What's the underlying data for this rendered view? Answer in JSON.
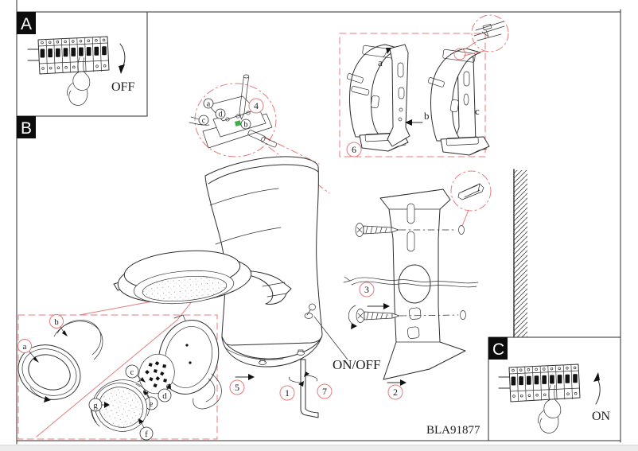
{
  "document": {
    "product_code": "BLA91877",
    "switch_label": "ON/OFF"
  },
  "sections": {
    "a": {
      "label": "A",
      "action": "OFF"
    },
    "b": {
      "label": "B"
    },
    "c": {
      "label": "C",
      "action": "ON"
    }
  },
  "steps": [
    "1",
    "2",
    "3",
    "4",
    "5",
    "6",
    "7"
  ],
  "bracket_parts": [
    "a",
    "b",
    "c"
  ],
  "head_parts": [
    "a",
    "b",
    "c",
    "d",
    "e",
    "f",
    "g"
  ],
  "terminal_parts": [
    "a",
    "b",
    "c",
    "d"
  ],
  "colors": {
    "accent_red": "#e57b7b",
    "wire_green": "#3fae4a",
    "ink": "#2e2e2e"
  }
}
